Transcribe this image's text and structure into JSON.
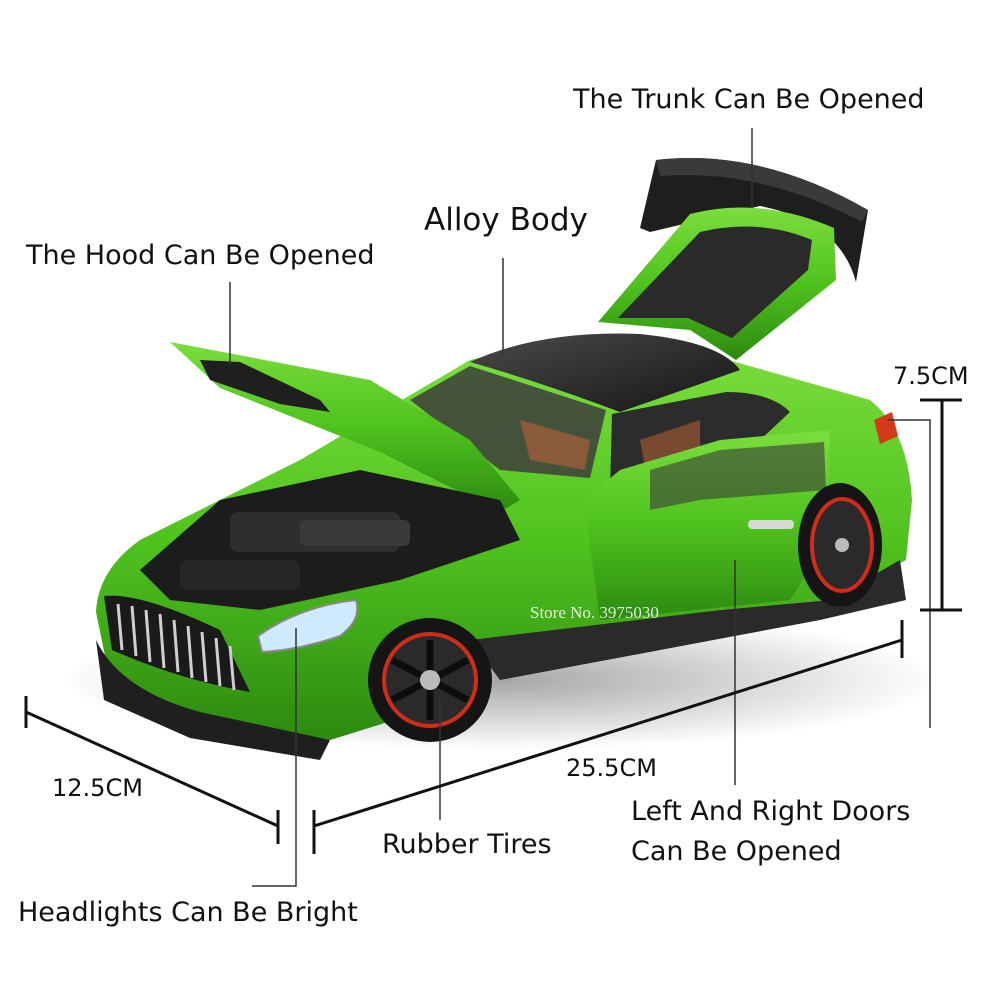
{
  "labels": {
    "trunk": "The Trunk Can Be Opened",
    "alloy": "Alloy Body",
    "hood": "The Hood Can Be Opened",
    "height": "7.5CM",
    "width": "12.5CM",
    "length": "25.5CM",
    "tires": "Rubber Tires",
    "doors_line1": "Left And Right Doors",
    "doors_line2": "Can Be Opened",
    "headlights": "Headlights Can Be Bright"
  },
  "watermark": "Store No. 3975030",
  "colors": {
    "body": "#4fc21e",
    "body_dark": "#2e8a12",
    "roof": "#2b2b2b",
    "rim_accent": "#d12b1a",
    "text": "#111111"
  }
}
